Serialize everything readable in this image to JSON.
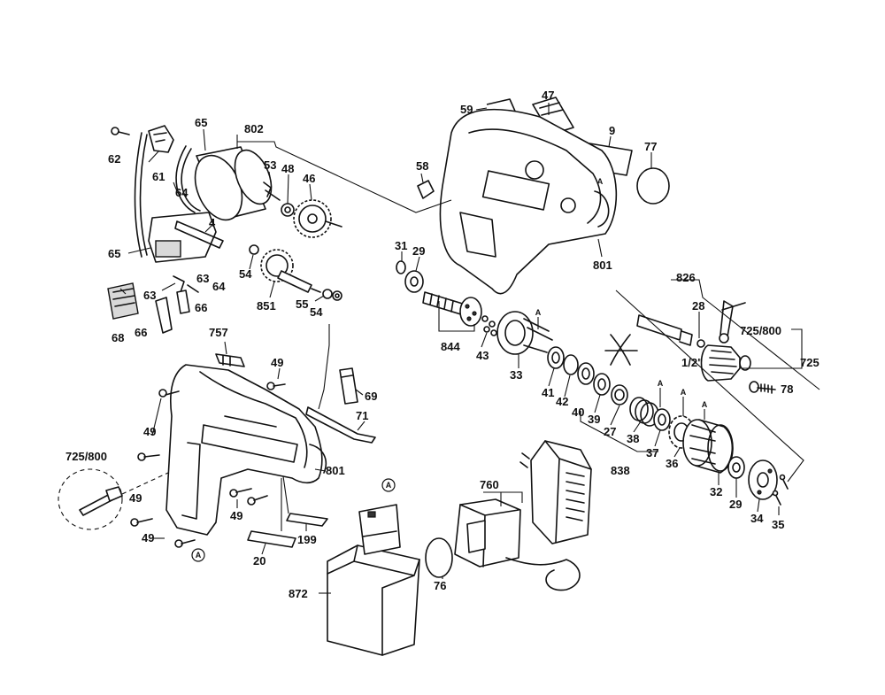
{
  "labels": {
    "p802": "802",
    "p65a": "65",
    "p62": "62",
    "p61": "61",
    "p64a": "64",
    "p4": "4",
    "p65b": "65",
    "p63a": "63",
    "p63b": "63",
    "p64b": "64",
    "p66a": "66",
    "p66b": "66",
    "p68": "68",
    "p53": "53",
    "p48": "48",
    "p46": "46",
    "p54a": "54",
    "p851": "851",
    "p55": "55",
    "p54b": "54",
    "p59": "59",
    "p47": "47",
    "p9": "9",
    "p77": "77",
    "p58": "58",
    "p31": "31",
    "p29a": "29",
    "p801a": "801",
    "p844": "844",
    "p43": "43",
    "p826": "826",
    "p28": "28",
    "p725_800a": "725/800",
    "p725": "725",
    "p78": "78",
    "p33": "33",
    "p41": "41",
    "p42": "42",
    "p40": "40",
    "p39": "39",
    "p27": "27",
    "p38": "38",
    "p37": "37",
    "p36": "36",
    "p838": "838",
    "p32": "32",
    "p29b": "29",
    "p34": "34",
    "p35": "35",
    "p757": "757",
    "p49a": "49",
    "p69": "69",
    "p71": "71",
    "p49b": "49",
    "p725_800b": "725/800",
    "p49c": "49",
    "p801b": "801",
    "p49d": "49",
    "p49e": "49",
    "p199": "199",
    "p20": "20",
    "p760": "760",
    "p872": "872",
    "p76": "76",
    "half_inch": "1/2\""
  },
  "markers": {
    "a": "A"
  }
}
